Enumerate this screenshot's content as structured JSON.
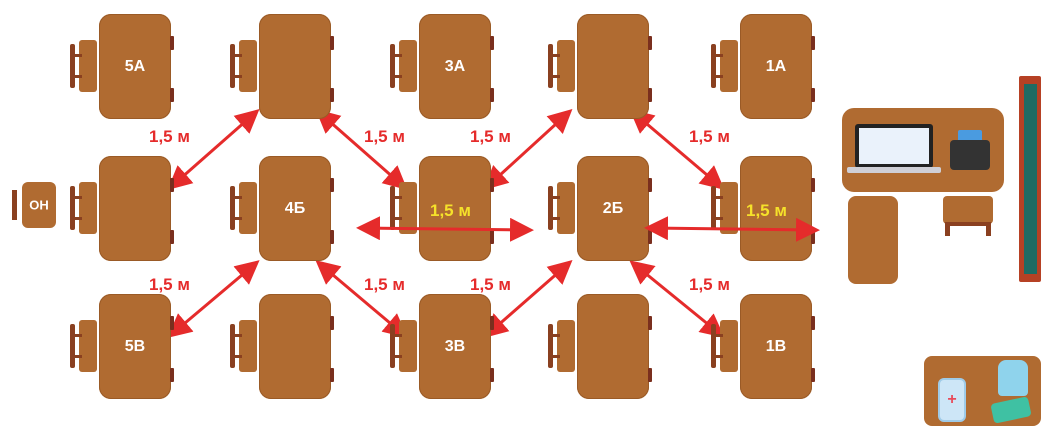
{
  "desks": {
    "d5a": "5А",
    "d3a": "3А",
    "d1a": "1А",
    "d4b": "4Б",
    "d2b": "2Б",
    "d5v": "5В",
    "d3v": "3В",
    "d1v": "1В",
    "oh": "ОН"
  },
  "distances": {
    "label": "1,5 м"
  },
  "colors": {
    "desk": "#b06b31",
    "arrow": "#e52b2b",
    "highlight": "#f5e12a"
  }
}
